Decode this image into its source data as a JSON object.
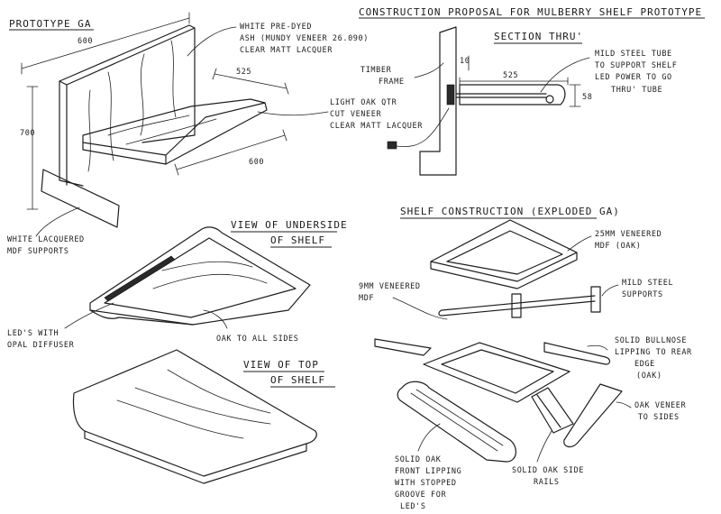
{
  "title": "CONSTRUCTION PROPOSAL FOR MULBERRY SHELF PROTOTYPE",
  "panels": {
    "ga": {
      "heading": "PROTOTYPE GA",
      "dims": {
        "width": "600",
        "height": "700",
        "depth": "600",
        "inner": "525"
      },
      "labels": {
        "ash": [
          "WHITE PRE-DYED",
          "ASH (MUNDY VENEER 26.090)",
          "CLEAR MATT LACQUER"
        ],
        "oak": [
          "LIGHT OAK QTR",
          "CUT VENEER",
          "CLEAR MATT LACQUER"
        ],
        "supports": [
          "WHITE LACQUERED",
          "MDF SUPPORTS"
        ]
      }
    },
    "section": {
      "heading": "SECTION THRU'",
      "dims": {
        "depth": "525",
        "thickness": "58",
        "gap": "10"
      },
      "labels": {
        "timber": [
          "TIMBER",
          "FRAME"
        ],
        "tube": [
          "MILD STEEL TUBE",
          "TO SUPPORT SHELF",
          "LED POWER TO GO",
          "THRU' TUBE"
        ]
      }
    },
    "underside": {
      "heading": [
        "VIEW OF UNDERSIDE",
        "OF SHELF"
      ],
      "labels": {
        "leds": [
          "LED'S WITH",
          "OPAL DIFFUSER"
        ],
        "oak_sides": [
          "OAK TO ALL SIDES"
        ]
      }
    },
    "top": {
      "heading": [
        "VIEW OF TOP",
        "OF SHELF"
      ]
    },
    "exploded": {
      "heading": "SHELF CONSTRUCTION (EXPLODED GA)",
      "labels": {
        "mdf25": [
          "25MM VENEERED",
          "MDF (OAK)"
        ],
        "mdf9": [
          "9MM VENEERED",
          "MDF"
        ],
        "steel": [
          "MILD STEEL",
          "SUPPORTS"
        ],
        "bullnose": [
          "SOLID BULLNOSE",
          "LIPPING TO REAR",
          "EDGE",
          "(OAK)"
        ],
        "veneer": [
          "OAK VENEER",
          "TO SIDES"
        ],
        "front": [
          "SOLID OAK",
          "FRONT LIPPING",
          "WITH STOPPED",
          "GROOVE FOR",
          "LED'S"
        ],
        "rails": [
          "SOLID OAK SIDE",
          "RAILS"
        ]
      }
    }
  }
}
